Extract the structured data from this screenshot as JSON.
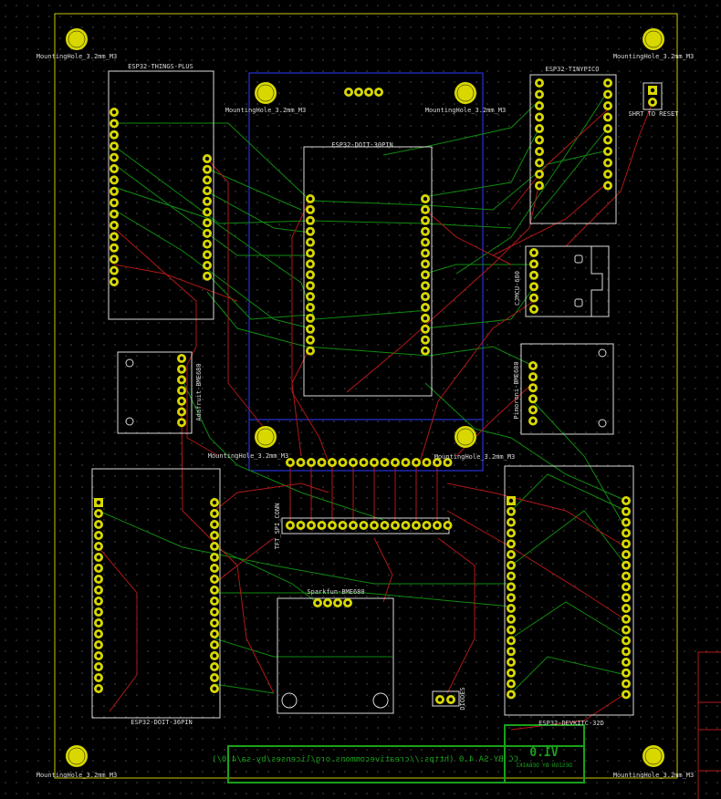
{
  "colors": {
    "background": "#000000",
    "grid_dot": "#4a4a4a",
    "board_edge": "#c8c800",
    "silkscreen": "#d8d8d8",
    "pad": "#d8d800",
    "drill": "#000000",
    "track_front": "#b01818",
    "track_back": "#108a10",
    "blue_outline": "#2a3cff",
    "logo_box": "#1aa01a",
    "titleblock": "#b01818"
  },
  "board": {
    "mounting_hole_label": "MountingHole_3.2mm_M3"
  },
  "modules": {
    "things_plus": {
      "label": "ESP32-THINGS-PLUS"
    },
    "tinypico": {
      "label": "ESP32-TINYPICO"
    },
    "reset_jumper": {
      "label": "SHRT TO RESET"
    },
    "doit_top": {
      "label": "ESP32-DOIT-30PIN"
    },
    "cjmcu": {
      "label": "CJMCU-680"
    },
    "pimoroni": {
      "label": "Pimoroni-BME680"
    },
    "adafruit": {
      "label": "Adafruit-BME680"
    },
    "doit_bottom": {
      "label": "ESP32-DOIT-36PIN"
    },
    "tft": {
      "label": "TFT_SPI_CONN"
    },
    "sparkfun": {
      "label": "Sparkfun-BME680"
    },
    "devkitc": {
      "label": "ESP32-DEVKITC-32D"
    },
    "diodes": {
      "label": "DIODES"
    }
  },
  "logo": {
    "version": "V1.0",
    "design_by": "DESIGN BY DEBAIKI",
    "license": "CC BY-SA 4.0 (https://creativecommons.org/licenses/by-sa/4.0/)"
  }
}
